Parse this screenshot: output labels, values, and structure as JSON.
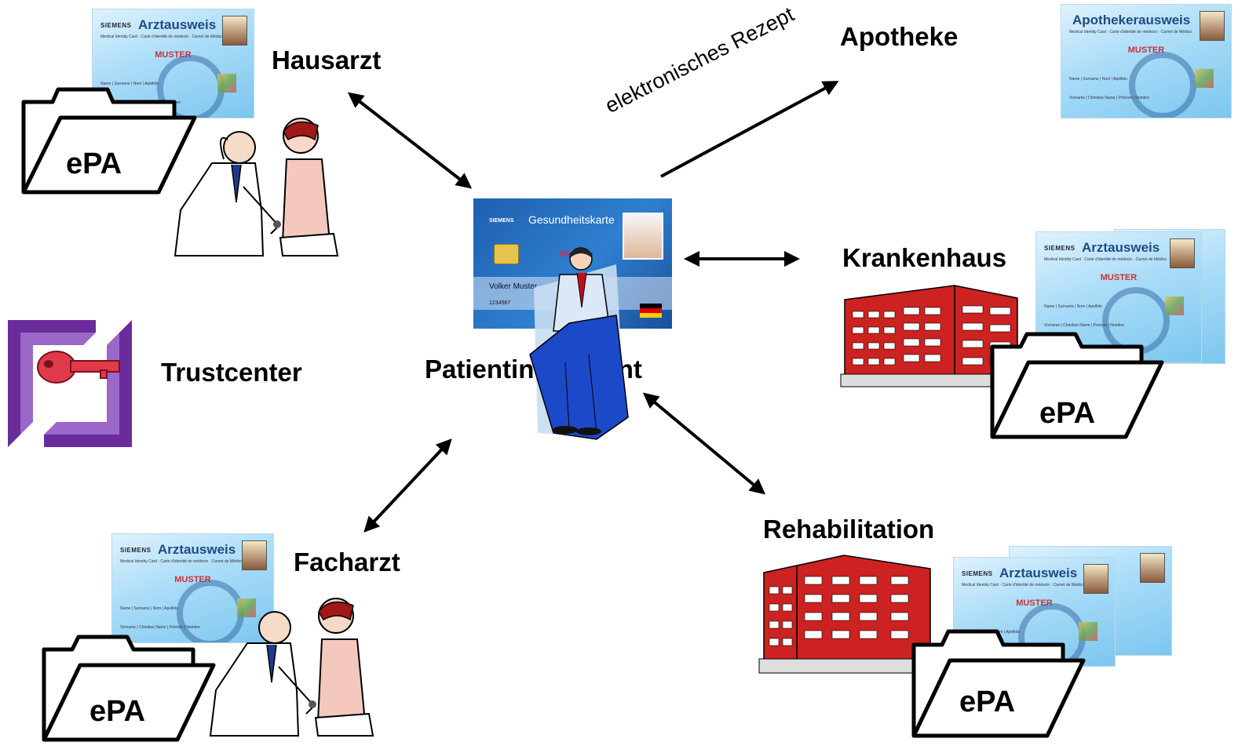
{
  "labels": {
    "hausarzt": "Hausarzt",
    "apotheke": "Apotheke",
    "krankenhaus": "Krankenhaus",
    "trustcenter": "Trustcenter",
    "patient": "Patientin / Patient",
    "facharzt": "Facharzt",
    "rehabilitation": "Rehabilitation",
    "rezept": "elektronisches Rezept"
  },
  "epa_label": "ePA",
  "cards": {
    "brand": "SIEMENS",
    "arztausweis": "Arztausweis",
    "apothekerausweis": "Apothekerausweis",
    "muster": "MUSTER",
    "subtitle": "Medical Identity Card · Carte d'identité de médecin · Carnet de Médico",
    "line1": "Name | Surname | Nom | Apellido",
    "line2": "Vorname | Christian Name | Prénom | Nombre"
  },
  "patient_card": {
    "brand": "SIEMENS",
    "title": "Gesundheitskarte",
    "muster": "Muster",
    "name": "Volker Muster",
    "number": "1234567"
  },
  "icons": {
    "trustcenter": "key-icon",
    "doctor": "doctor-examining-patient",
    "building": "hospital-building",
    "patient": "businessman-figure"
  },
  "colors": {
    "card_title": "#1f4b86",
    "muster": "#c8323c",
    "building": "#cc2222",
    "trust_purple": "#6a2c9a"
  }
}
